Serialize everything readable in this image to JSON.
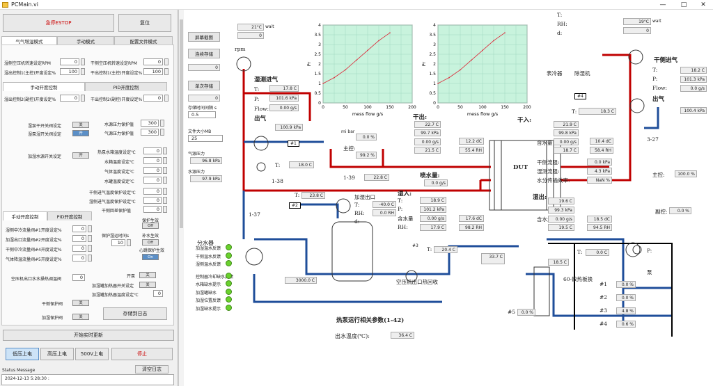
{
  "window": {
    "title": "PCMain.vi",
    "min": "—",
    "max": "□",
    "close": "✕"
  },
  "top": {
    "estop": "急停ESTOP",
    "reset": "复位"
  },
  "tabs1": [
    "气气增湿模式",
    "手动模式",
    "配置文件模式"
  ],
  "rpm": {
    "wet_label": "湿侧空压机转速设定RPM",
    "wet_val": "0",
    "dry_label": "干侧空压机转速设定RPM",
    "dry_val": "0",
    "wetout_label": "湿出控制1(主控)开度设定%",
    "wetout_val": "100",
    "dryout_label": "干出控制1(主控)开度设定%",
    "dryout_val": "100"
  },
  "tabs2": [
    "手动开度控制",
    "PID开度控制"
  ],
  "manual": {
    "wet2_label": "湿出控制2(副控)开度设定%",
    "wet2_val": "0",
    "dry2_label": "干出控制2(副控)开度设定%",
    "dry2_val": "0"
  },
  "switches": {
    "humid_open_label": "湿泵干开关阀设定",
    "humid_open": "关",
    "humid_close_label": "湿泵湿开关阀设定",
    "humid_close": "开",
    "water_press_label": "水源压力保护值",
    "water_press_val": "300",
    "gas_press_label": "气源压力保护值",
    "gas_press_val": "300",
    "heat_water_label": "加湿水源开关设定",
    "heat_water": "开"
  },
  "temps": [
    {
      "label": "热泵水箱温度设定℃",
      "val": "0"
    },
    {
      "label": "水箱温度设定℃",
      "val": "0"
    },
    {
      "label": "气体温度设定℃",
      "val": "0"
    },
    {
      "label": "水罐温度设定℃",
      "val": "0"
    },
    {
      "label": "干侧进气温度保护设定℃",
      "val": "0"
    },
    {
      "label": "湿侧进气温度保护设定℃",
      "val": "0"
    },
    {
      "label": "干侧回差保护值",
      "val": "0"
    }
  ],
  "tabs3": [
    "手动开度控制",
    "PID开度控制"
  ],
  "valves": [
    {
      "label": "湿侧中冷流量阀#1开度设定%",
      "val": "0"
    },
    {
      "label": "加湿出口流量阀#2开度设定%",
      "val": "0"
    },
    {
      "label": "干侧中冷流量阀#4开度设定%",
      "val": "0"
    },
    {
      "label": "气体降温流量阀#5开度设定%",
      "val": "0"
    }
  ],
  "protect": {
    "time_label": "保护湿运时间s",
    "time_val": "10",
    "p1": "保护生效",
    "p1_state": "Off",
    "p2": "补水生效",
    "p2_state": "Off",
    "p3": "心跳保护生效",
    "p3_state": "On"
  },
  "misc": {
    "out_label": "空压机出口水水操热调温阀",
    "out_val": "0",
    "pump_label": "开泵",
    "pump": "关",
    "heat_sw_label": "加湿罐加热器开关设定",
    "heat_sw": "关",
    "heat_temp_label": "加湿罐加热器温度设定℃",
    "heat_temp": "0",
    "dry_valve_label": "干侧保护阀",
    "dry_valve": "关",
    "wet_valve_label": "加湿保护阀",
    "wet_valve": "关",
    "save_log": "存储到日志",
    "realtime": "开始实时更新",
    "low": "低压上电",
    "high": "高压上电",
    "v500": "500V上电",
    "stop": "停止",
    "status_label": "Status Message",
    "status_btn": "清空日志",
    "status_text": "2024-12-13 5:28:30 :"
  },
  "right": {
    "shot": "屏幕截图",
    "cont": "连续存储",
    "cont_val": "0",
    "single": "单次存储",
    "single_val": "0",
    "interval_label": "存储时间间隔 s",
    "interval": "0.5",
    "size_label": "文件大小MB",
    "size": "25",
    "gas_label": "气源压力",
    "gas": "96.8 kPa",
    "water_label": "水源压力",
    "water": "97.9 kPa"
  },
  "chart_data": [
    {
      "type": "line",
      "ylabel": "Pr",
      "xlabel": "mess flow g/s",
      "x": [
        0,
        25,
        50,
        75,
        100,
        125,
        150
      ],
      "y": [
        1,
        1.3,
        1.7,
        2.2,
        2.7,
        3.2,
        3.6
      ],
      "xlim": [
        0,
        200
      ],
      "ylim": [
        0,
        4
      ],
      "xticks": [
        "0",
        "25",
        "50",
        "75",
        "100",
        "125",
        "150",
        "175",
        "200"
      ],
      "yticks": [
        "0",
        "0.5",
        "1",
        "1.5",
        "2",
        "2.5",
        "3",
        "3.5",
        "4"
      ]
    },
    {
      "type": "line",
      "ylabel": "Pr",
      "xlabel": "mess flow g/s",
      "x": [
        0,
        25,
        50,
        75,
        100,
        125,
        150
      ],
      "y": [
        1,
        1.3,
        1.7,
        2.2,
        2.7,
        3.2,
        3.6
      ],
      "xlim": [
        0,
        200
      ],
      "ylim": [
        0,
        4
      ],
      "xticks": [
        "0",
        "25",
        "50",
        "75",
        "100",
        "125",
        "150",
        "175",
        "200"
      ],
      "yticks": [
        "0",
        "0.5",
        "1",
        "1.5",
        "2",
        "2.5",
        "3",
        "3.5",
        "4"
      ]
    }
  ],
  "diagram": {
    "wet_temp": "21°C",
    "wait": "wait",
    "wet_cnt": "0",
    "dry_temp": "19°C",
    "dry_cnt": "0",
    "rpm": "rpm",
    "wet_in": "湿测进气",
    "wet_T": "17.8 C",
    "wet_P": "101.6 kPa",
    "wet_F": "0.00 g/s",
    "T": "T:",
    "P": "P:",
    "Flow": "Flow:",
    "RH": "RH:",
    "d": "d:",
    "wet_out": "出气",
    "wet_out_P": "100.9 kPa",
    "n1": "#1",
    "T18": "18.0 C",
    "v138": "1-38",
    "v137": "1-37",
    "v139": "1-39",
    "T238": "23.8 C",
    "n2": "#2",
    "T228": "22.8 C",
    "hum_out": "加湿出口",
    "hum_T": "-40.0 C",
    "hum_RH": "0.0 RH",
    "mini": "mi bar",
    "mini_v": "0.0 %",
    "main_ctrl": "主控:",
    "main_ctrl_v": "99.2 %",
    "dry_out_lbl": "干出:",
    "dry_out_T": "22.7 C",
    "dry_out_P": "99.7 kPa",
    "dry_out_F": "0.00 g/s",
    "dry_out_hum": "12.2 dC",
    "dry_out_RH": "21.5 C",
    "dry_out_RH2": "55.4 RH",
    "water_lbl": "喷水量:",
    "water": "0.0 g/s",
    "dut": "DUT",
    "mix_in": "湿入:",
    "mix_T": "18.9 C",
    "mix_P": "101.2 kPa",
    "mix_hum": "含水量",
    "mix_F": "0.00 g/s",
    "mix_dC": "17.6 dC",
    "mix_RH": "17.9 C",
    "mix_RH2": "98.2 RH",
    "dry_in": "干入:",
    "dry_in_T": "21.9 C",
    "dry_in_P": "99.8 kPa",
    "dry_in_hum": "含水量",
    "dry_in_F": "0.00 g/s",
    "dry_in_dC": "10.4 dC",
    "dry_in_RH": "18.7 C",
    "dry_in_RH2": "58.4 RH",
    "dry_flow": "干侧流阻:",
    "dry_flow_v": "0.0 kPa",
    "wet_flow": "湿测流阻:",
    "wet_flow_v": "4.3 kPa",
    "eff": "水分传输效率:",
    "eff_v": "NaN %",
    "wet_out2": "湿出:",
    "wo_T": "19.6 C",
    "wo_P": "99.3 kPa",
    "wo_hum": "含水量",
    "wo_F": "0.00 g/s",
    "wo_dC": "18.5 dC",
    "wo_RH": "19.5 C",
    "wo_RH2": "94.5 RH",
    "cooler": "表冷器",
    "dehum": "除湿机",
    "dry_in2": "干侧进气",
    "di_T": "18.2 C",
    "di_P": "101.3 kPa",
    "di_F": "0.0 g/s",
    "dry_out2": "出气",
    "do_P": "100.4 kPa",
    "n4": "#4",
    "T183": "18.3 C",
    "v327": "3-27",
    "main2": "主控:",
    "main2_v": "100.0 %",
    "sub": "副控:",
    "sub_v": "0.0 %",
    "sep": "分水器",
    "leds": [
      "加湿温水反馈",
      "干侧温水反馈",
      "湿侧温水反馈",
      "控制器冷却缺水反馈",
      "水箱缺水提示",
      "加湿罐缺水",
      "加湿位置反馈",
      "加湿缺水提示"
    ],
    "tank": "3000.0 C",
    "n3": "#3",
    "T204": "20.4 C",
    "hp_out": "空压机出口热回收",
    "v337": "33.7 C",
    "pump_lbl": "泵",
    "hx": "60-散热板换",
    "T185": "18.5 C",
    "T00": "0.0 C",
    "n5": "#5",
    "n5v": "0.0 %",
    "hxv": [
      {
        "n": "#1",
        "v": "0.0 %"
      },
      {
        "n": "#2",
        "v": "0.0 %"
      },
      {
        "n": "#3",
        "v": "4.8 %"
      },
      {
        "n": "#4",
        "v": "0.6 %"
      }
    ],
    "heatpump": "热泵运行相关参数(1-42)",
    "outT": "出水温度(℃):",
    "outT_v": "36.4 C"
  }
}
